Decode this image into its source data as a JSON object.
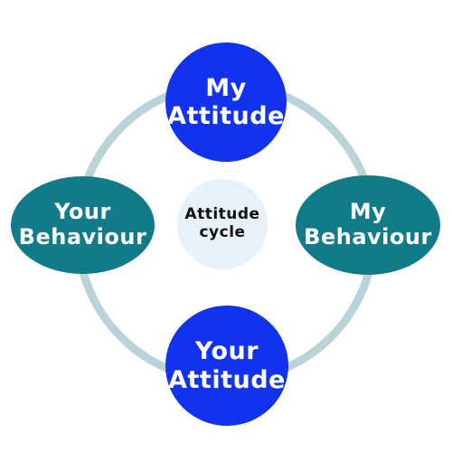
{
  "diagram": {
    "center": {
      "line1": "Attitude",
      "line2": "cycle"
    },
    "nodes": [
      {
        "id": "my-attitude",
        "line1": "My",
        "line2": "Attitude"
      },
      {
        "id": "my-behaviour",
        "line1": "My",
        "line2": "Behaviour"
      },
      {
        "id": "your-attitude",
        "line1": "Your",
        "line2": "Attitude"
      },
      {
        "id": "your-behaviour",
        "line1": "Your",
        "line2": "Behaviour"
      }
    ]
  },
  "colors": {
    "attitude_fill": "#1232ee",
    "behaviour_fill": "#127b8a",
    "ring": "#b9d3d9",
    "center_fill": "#e6f2f8",
    "center_text": "#111111",
    "node_text": "#ffffff"
  }
}
